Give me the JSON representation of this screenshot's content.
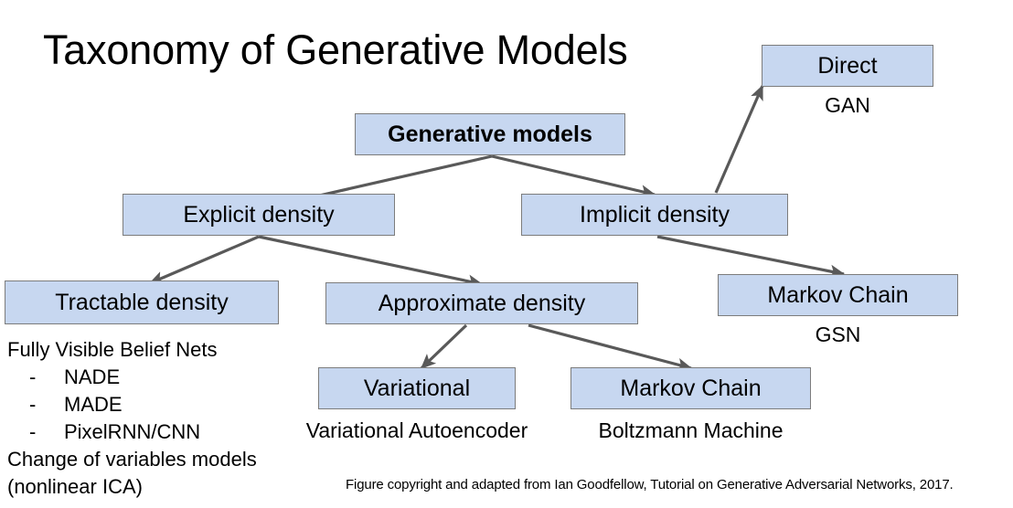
{
  "slide": {
    "title": "Taxonomy of Generative Models",
    "footnote": "Figure copyright and adapted from Ian Goodfellow, Tutorial on Generative Adversarial Networks, 2017.",
    "colors": {
      "node_fill": "#c7d7f0",
      "node_border": "#7c7c7c",
      "arrow": "#595959",
      "text": "#000000",
      "background": "#ffffff"
    }
  },
  "nodes": {
    "root": {
      "label": "Generative models",
      "bold": true
    },
    "explicit": {
      "label": "Explicit density",
      "bold": false
    },
    "implicit": {
      "label": "Implicit density",
      "bold": false
    },
    "direct": {
      "label": "Direct",
      "bold": false
    },
    "tractable": {
      "label": "Tractable density",
      "bold": false
    },
    "approximate": {
      "label": "Approximate density",
      "bold": false
    },
    "markov_implicit": {
      "label": "Markov Chain",
      "bold": false
    },
    "variational": {
      "label": "Variational",
      "bold": false
    },
    "markov_approx": {
      "label": "Markov Chain",
      "bold": false
    }
  },
  "captions": {
    "direct": "GAN",
    "markov_implicit": "GSN",
    "variational": "Variational Autoencoder",
    "markov_approx": "Boltzmann Machine"
  },
  "left_list": {
    "heading": "Fully Visible Belief Nets",
    "dash": "-",
    "items": [
      "NADE",
      "MADE",
      "PixelRNN/CNN"
    ],
    "tail_line_1": "Change of variables models",
    "tail_line_2": "(nonlinear ICA)"
  },
  "edges": [
    {
      "from": "root",
      "to": "explicit"
    },
    {
      "from": "root",
      "to": "implicit"
    },
    {
      "from": "implicit",
      "to": "direct"
    },
    {
      "from": "implicit",
      "to": "markov_implicit"
    },
    {
      "from": "explicit",
      "to": "tractable"
    },
    {
      "from": "explicit",
      "to": "approximate"
    },
    {
      "from": "approximate",
      "to": "variational"
    },
    {
      "from": "approximate",
      "to": "markov_approx"
    }
  ]
}
